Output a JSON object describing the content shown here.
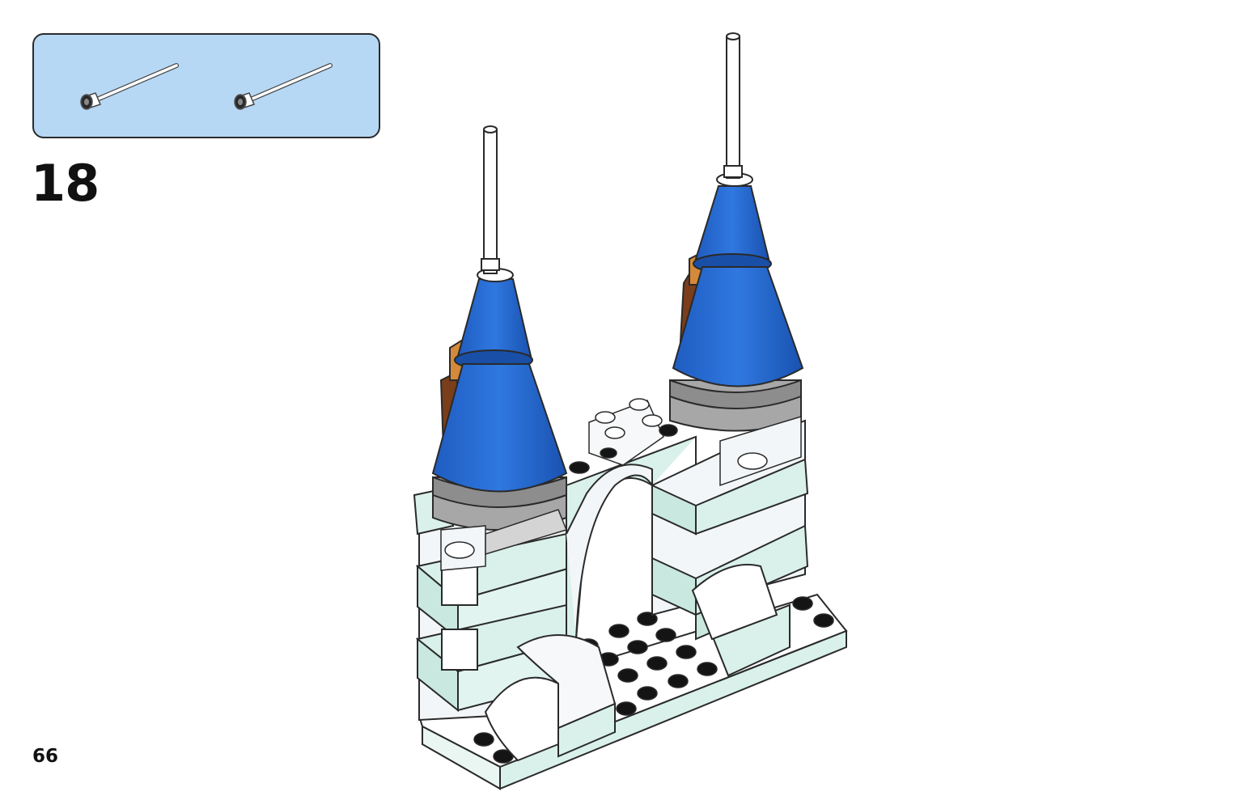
{
  "step": {
    "number": "18"
  },
  "page": {
    "number": "66"
  },
  "parts_callout": {
    "items": [
      {
        "part": "antenna-whip",
        "color": "white"
      },
      {
        "part": "antenna-whip",
        "color": "white"
      }
    ],
    "background_color": "#b6d8f5"
  },
  "model": {
    "colors": {
      "cone": "#2b6fd6",
      "stone": "#a7a7a7",
      "ice": "#d9f1ea",
      "trans_clear": "#f3f6f8",
      "plate": "#ffffff",
      "stud": "#141414",
      "brown": "#7a3e1a"
    }
  }
}
